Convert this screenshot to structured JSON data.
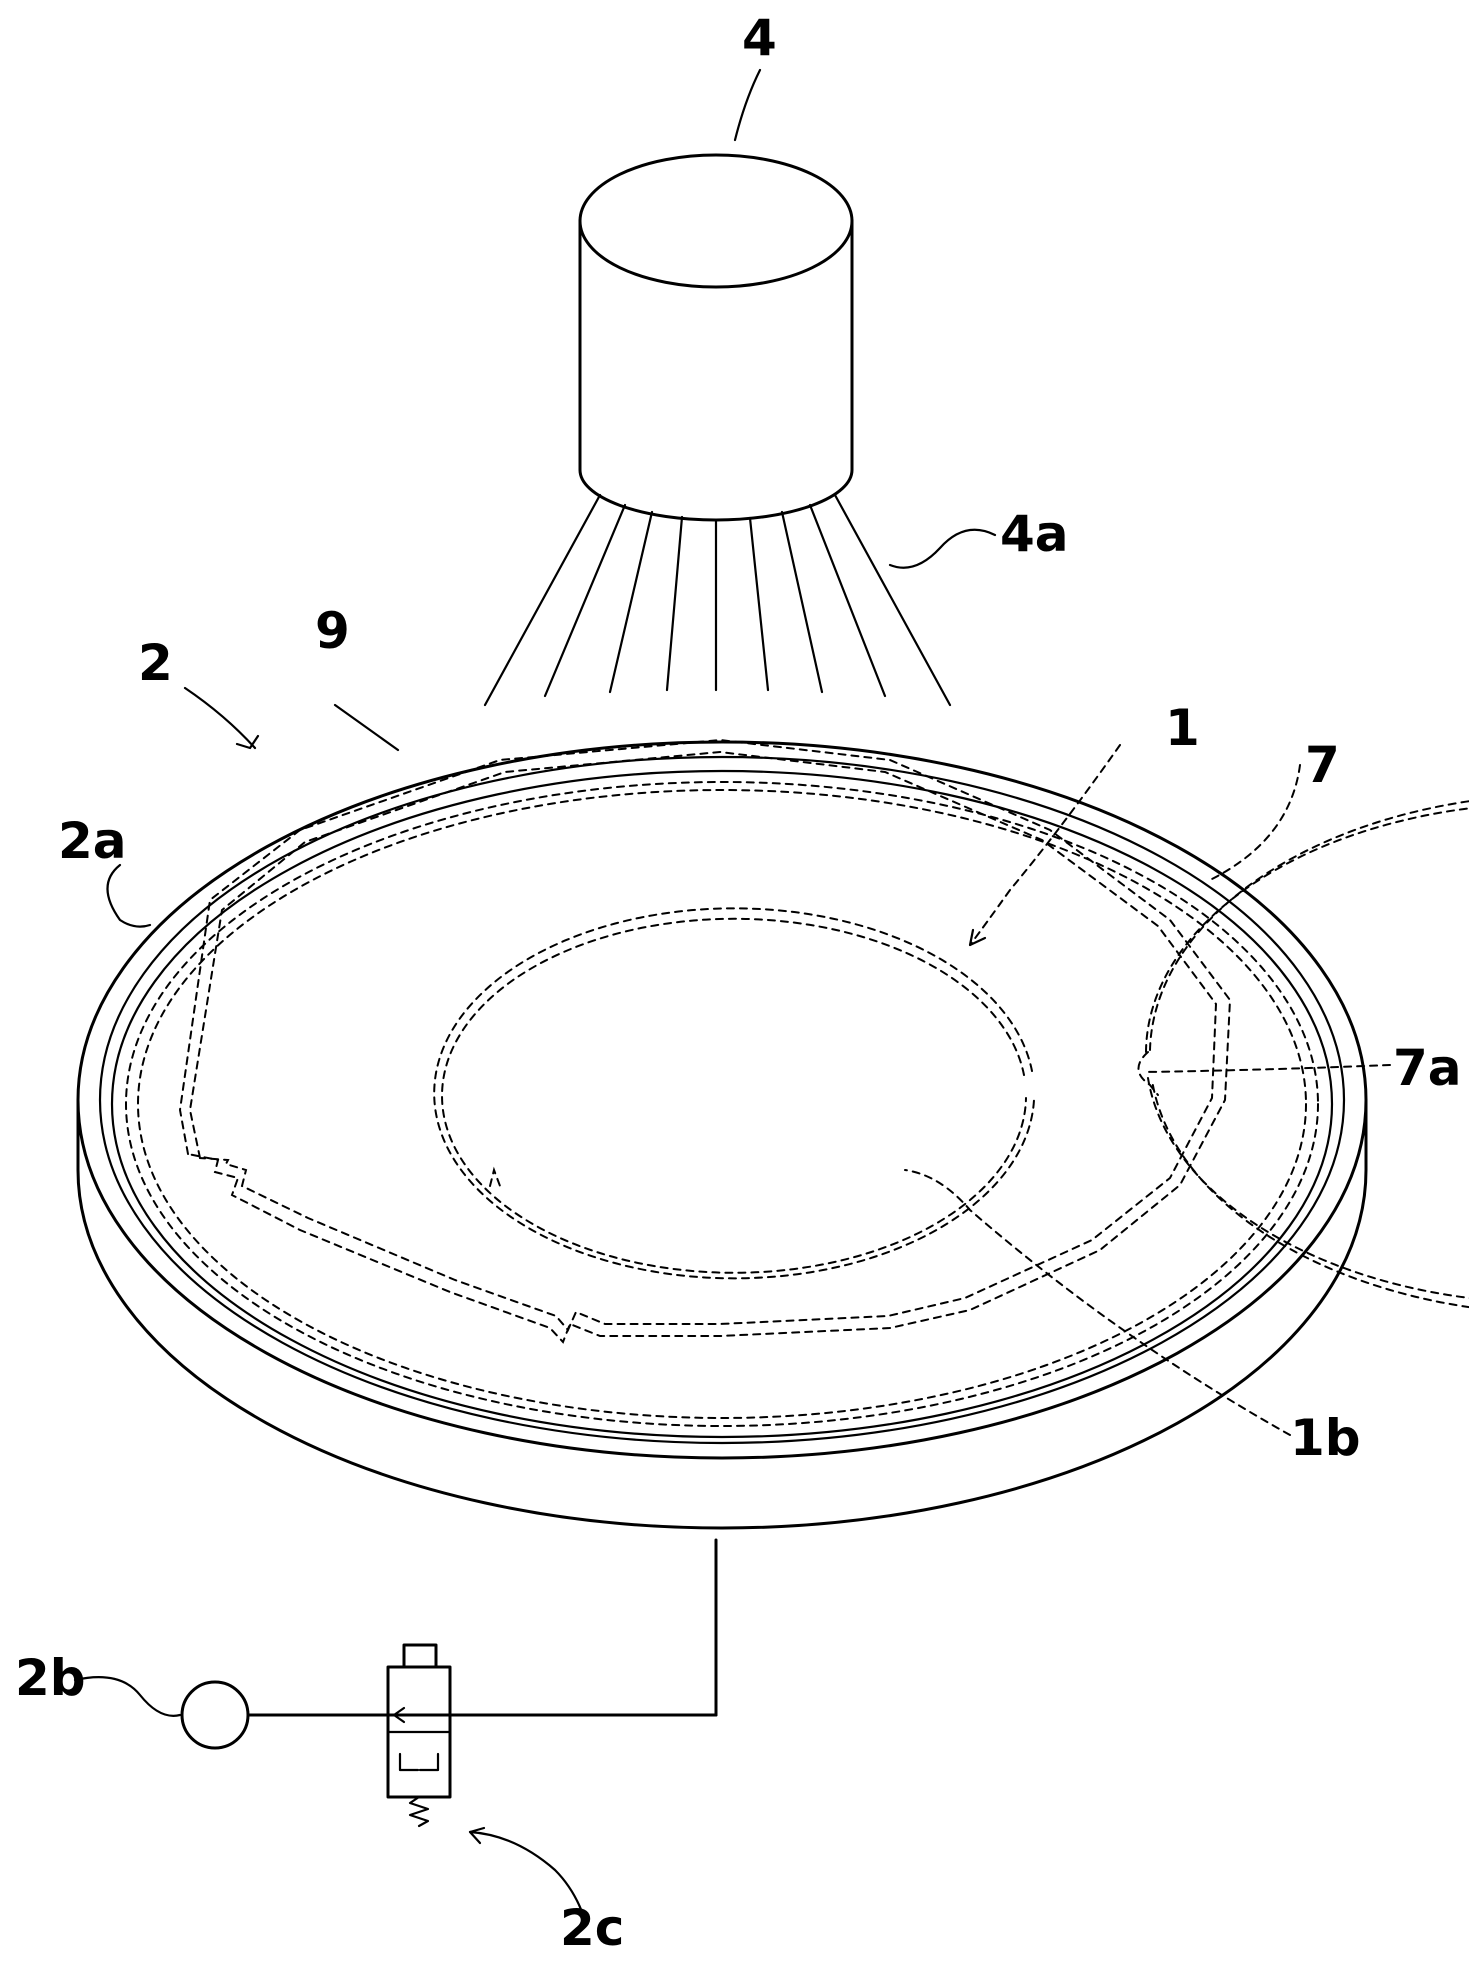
{
  "labels": {
    "nozzle": "4",
    "spray": "4a",
    "chuck_table": "2",
    "chuck_surface": "2a",
    "tape": "9",
    "wafer": "1",
    "frame": "7",
    "frame_opening": "7a",
    "back_surface": "1b",
    "vacuum_source": "2b",
    "valve": "2c"
  },
  "colors": {
    "ink": "#000000",
    "paper": "#ffffff"
  },
  "icons": {
    "vacuum_source": "circle-icon",
    "valve": "solenoid-valve-icon"
  }
}
